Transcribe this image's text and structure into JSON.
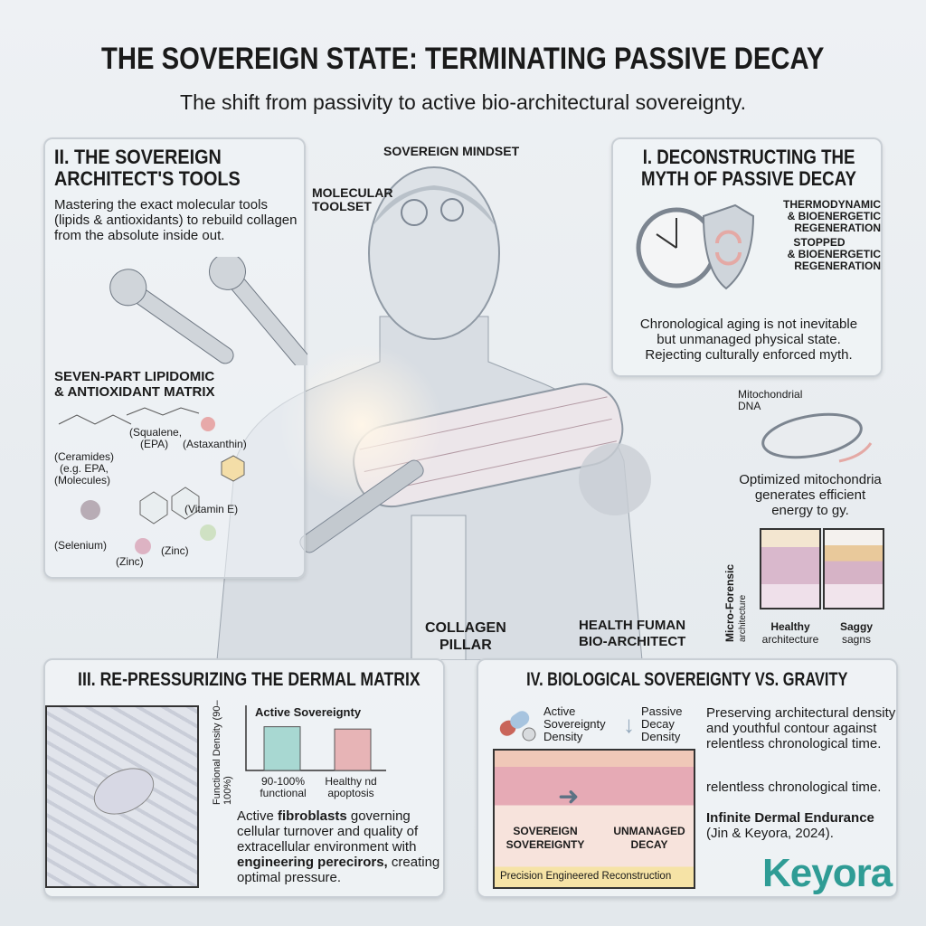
{
  "header": {
    "title": "THE SOVEREIGN STATE: TERMINATING PASSIVE DECAY",
    "subtitle": "The shift from passivity to active bio-architectural sovereignty."
  },
  "panel2": {
    "title_l1": "II. THE SOVEREIGN",
    "title_l2": "ARCHITECT'S TOOLS",
    "desc": "Mastering the exact molecular tools (lipids & antioxidants) to rebuild collagen from the absolute inside out.",
    "matrix_l1": "SEVEN-PART LIPIDOMIC",
    "matrix_l2": "& ANTIOXIDANT MATRIX",
    "molecules": [
      "(Ceramides)",
      "(e.g. EPA,",
      "(Molecules)",
      "(Squalene,",
      "(EPA)",
      "(Astaxanthin)",
      "(Vitamin E)",
      "(Selenium)",
      "(Zinc)",
      "(Zinc)"
    ]
  },
  "center": {
    "mindset": "SOVEREIGN MINDSET",
    "toolset_l1": "MOLECULAR",
    "toolset_l2": "TOOLSET",
    "pillar_l1": "COLLAGEN",
    "pillar_l2": "PILLAR",
    "architect_l1": "HEALTH FUMAN",
    "architect_l2": "BIO-ARCHITECT"
  },
  "panel1": {
    "title_l1": "I. DECONSTRUCTING THE",
    "title_l2": "MYTH OF PASSIVE DECAY",
    "label1": [
      "THERMODYNAMIC",
      "& BIOENERGETIC",
      "REGENERATION"
    ],
    "label2": [
      "STOPPED",
      "& BIOENERGETIC",
      "REGENERATION"
    ],
    "desc": [
      "Chronological aging is not inevitable",
      "but unmanaged physical state.",
      "Rejecting culturally enforced myth."
    ]
  },
  "mito": {
    "label_l1": "Mitochondrial",
    "label_l2": "DNA",
    "desc": [
      "Optimized mitochondria",
      "generates efficient",
      "energy to gy."
    ],
    "side_l1": "Micro-Forensic",
    "side_l2": "architecture",
    "healthy": "Healthy",
    "healthy_sub": "architecture",
    "saggy": "Saggy",
    "saggy_sub": "sagns"
  },
  "panel3": {
    "title": "III. RE-PRESSURIZING THE DERMAL MATRIX",
    "desc_pre": "Active ",
    "desc_b1": "fibroblasts",
    "desc_mid": " governing cellular turnover and quality of extracellular environment with ",
    "desc_b2": "engineering perecirors,",
    "desc_post": " creating optimal pressure."
  },
  "chart_data": {
    "type": "bar",
    "title": "Active Sovereignty",
    "ylabel": "Functional Density (90–100%)",
    "categories": [
      "90-100% functional",
      "Healthy nd apoptosis"
    ],
    "values": [
      95,
      90
    ],
    "ylim": [
      0,
      110
    ],
    "colors": [
      "#a8d8d2",
      "#e7b4b6"
    ]
  },
  "panel4": {
    "title": "IV. BIOLOGICAL SOVEREIGNTY VS. GRAVITY",
    "active": [
      "Active",
      "Sovereignty",
      "Density"
    ],
    "passive": [
      "Passive",
      "Decay",
      "Density"
    ],
    "left_l1": "SOVEREIGN",
    "left_l2": "SOVEREIGNTY",
    "right_l1": "UNMANAGED",
    "right_l2": "DECAY",
    "footer": "Precision Engineered Reconstruction",
    "desc1": "Preserving architectural density and youthful contour against relentless chronological time.",
    "desc2": "relentless chronological time.",
    "ref_b": "Infinite Dermal Endurance",
    "ref": "(Jin & Keyora, 2024)."
  },
  "logo": {
    "text": "Keyora",
    "color": "#2f9c95"
  }
}
